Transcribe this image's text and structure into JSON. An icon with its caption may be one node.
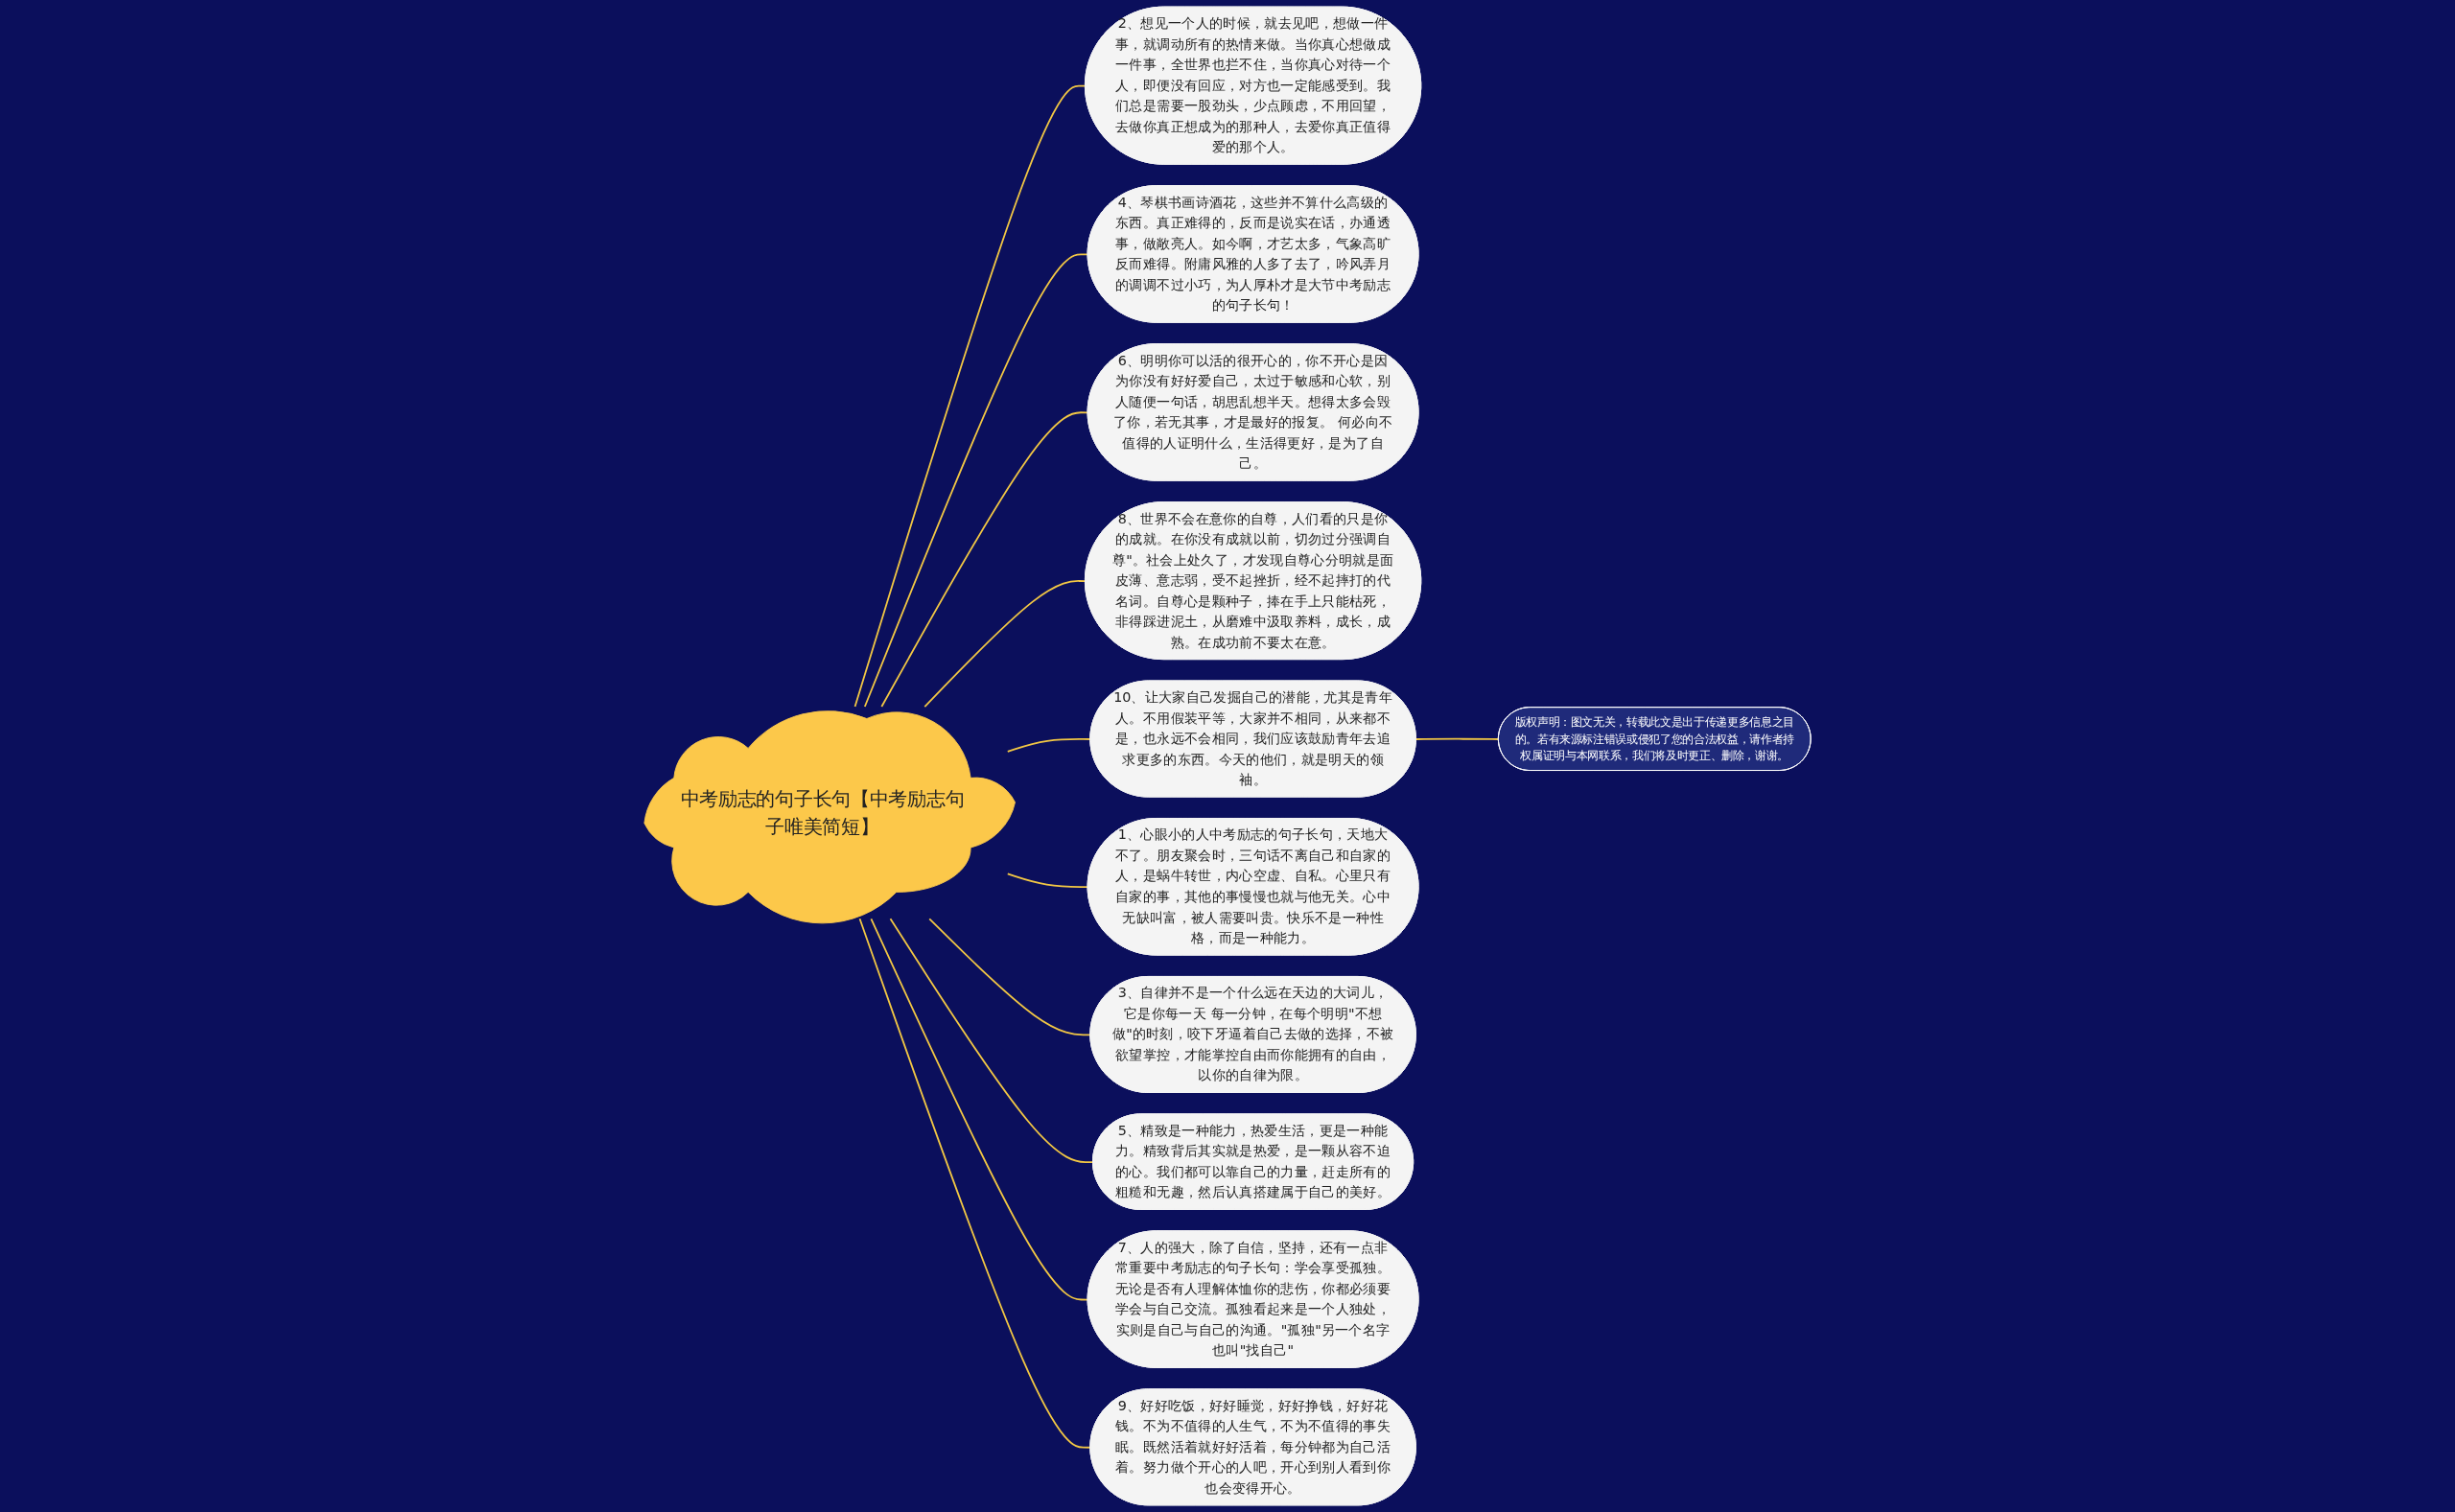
{
  "diagram": {
    "nodes": [
      {
        "text": [
          "中考励志的句子长句【中考励志句子唯美简短】"
        ]
      },
      {
        "text": [
          "2、想见一个人的时候，就去见吧，想做一件事，就调动所有的热情来做。当你真心想做成一件事，全世界也拦不住，当你真心对待一个人，即便没有回应，对方也一定能感受到。我们总是需要一股劲头，少点顾虑，不用回望，去做你真正想成为的那种人，去爱你真正值得爱的那个人。"
        ]
      },
      {
        "text": [
          "4、琴棋书画诗酒花，这些并不算什么高级的东西。真正难得的，反而是说实在话，办通透事，做敞亮人。如今啊，才艺太多，气象高旷反而难得。附庸风雅的人多了去了，吟风弄月的调调不过小巧，为人厚朴才是大节中考励志的句子长句！"
        ]
      },
      {
        "text": [
          "6、明明你可以活的很开心的，你不开心是因为你没有好好爱自己，太过于敏感和心软，别人随便一句话，胡思乱想半天。想得太多会毁了你，若无其事，才是最好的报复。 何必向不值得的人证明什么，生活得更好，是为了自己。"
        ]
      },
      {
        "text": [
          "8、世界不会在意你的自尊，人们看的只是你的成就。在你没有成就以前，切勿过分强调自尊\"。社会上处久了，才发现自尊心分明就是面皮薄、意志弱，受不起挫折，经不起摔打的代名词。自尊心是颗种子，捧在手上只能枯死，非得踩进泥土，从磨难中汲取养料，成长，成熟。在成功前不要太在意。"
        ]
      },
      {
        "text": [
          "10、让大家自己发掘自己的潜能，尤其是青年人。不用假装平等，大家并不相同，从来都不是，也永远不会相同，我们应该鼓励青年去追求更多的东西。今天的他们，就是明天的领袖。"
        ]
      },
      {
        "text": [
          "版权声明：图文无关，转载此文是出于传递更多信息之目的。若有来源标注错误或侵犯了您的合法权益，请作者持权属证明与本网联系，我们将及时更正、删除，谢谢。"
        ]
      },
      {
        "text": [
          "1、心眼小的人中考励志的句子长句，天地大不了。朋友聚会时，三句话不离自己和自家的人，是蜗牛转世，内心空虚、自私。心里只有自家的事，其他的事慢慢也就与他无关。心中无缺叫富，被人需要叫贵。快乐不是一种性格，而是一种能力。"
        ]
      },
      {
        "text": [
          "3、自律并不是一个什么远在天边的大词儿，它是你每一天 每一分钟，在每个明明\"不想做\"的时刻，咬下牙逼着自己去做的选择，不被欲望掌控，才能掌控自由而你能拥有的自由，以你的自律为限。"
        ]
      },
      {
        "text": [
          "5、精致是一种能力，热爱生活，更是一种能力。精致背后其实就是热爱，是一颗从容不迫的心。我们都可以靠自己的力量，赶走所有的粗糙和无趣，然后认真搭建属于自己的美好。"
        ]
      },
      {
        "text": [
          "7、人的强大，除了自信，坚持，还有一点非常重要中考励志的句子长句：学会享受孤独。无论是否有人理解体恤你的悲伤，你都必须要学会与自己交流。孤独看起来是一个人独处，实则是自己与自己的沟通。\"孤独\"另一个名字也叫\"找自己\""
        ]
      },
      {
        "text": [
          "9、好好吃饭，好好睡觉，好好挣钱，好好花钱。不为不值得的人生气，不为不值得的事失眠。既然活着就好好活着，每分钟都为自己活着。努力做个开心的人吧，开心到别人看到你也会变得开心。"
        ]
      }
    ],
    "edges": [
      {
        "from": 0,
        "to": 1,
        "arrow": "none"
      },
      {
        "from": 0,
        "to": 2,
        "arrow": "none"
      },
      {
        "from": 0,
        "to": 3,
        "arrow": "none"
      },
      {
        "from": 0,
        "to": 4,
        "arrow": "none"
      },
      {
        "from": 0,
        "to": 5,
        "arrow": "none"
      },
      {
        "from": 5,
        "to": 6,
        "arrow": "none"
      },
      {
        "from": 0,
        "to": 7,
        "arrow": "none"
      },
      {
        "from": 0,
        "to": 8,
        "arrow": "none"
      },
      {
        "from": 0,
        "to": 9,
        "arrow": "none"
      },
      {
        "from": 0,
        "to": 10,
        "arrow": "none"
      },
      {
        "from": 0,
        "to": 11,
        "arrow": "none"
      }
    ]
  }
}
